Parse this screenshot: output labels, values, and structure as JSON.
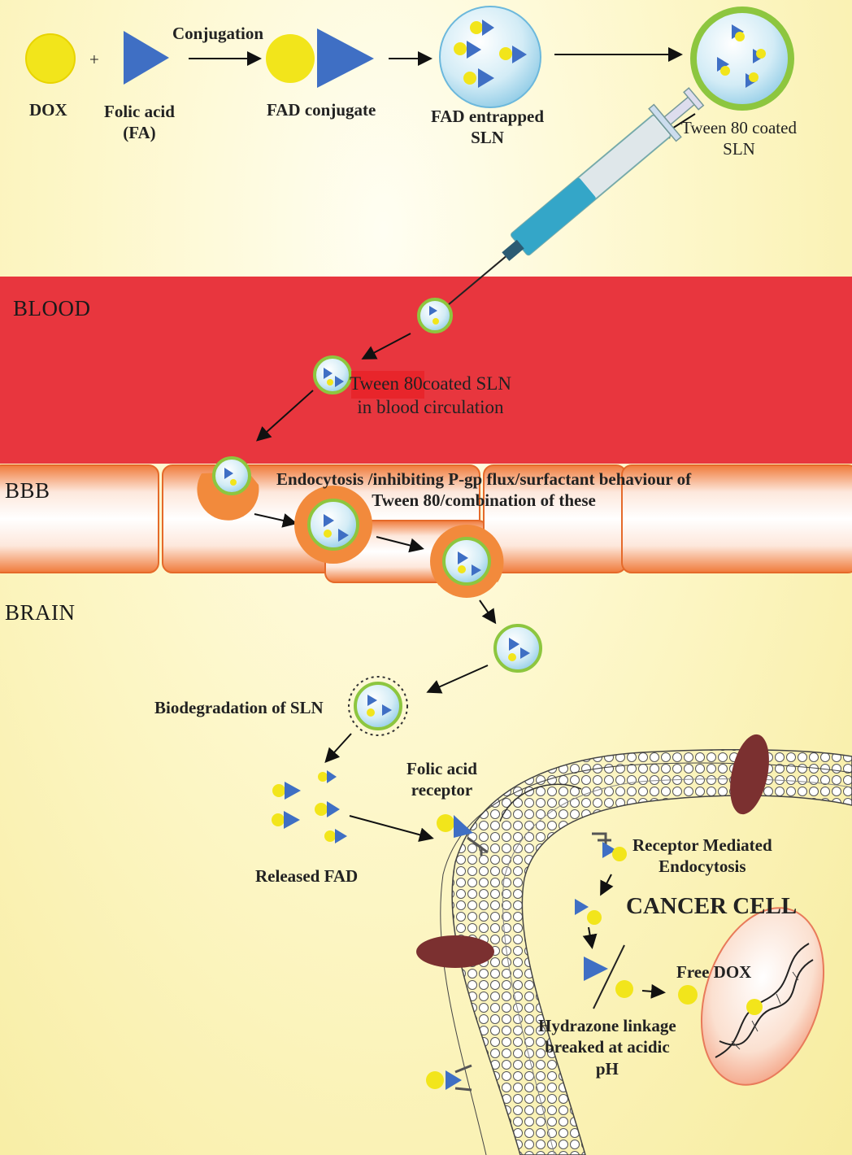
{
  "top_row": {
    "dox": "DOX",
    "plus": "+",
    "folic_acid_line1": "Folic acid",
    "folic_acid_line2": "(FA)",
    "conjugation": "Conjugation",
    "fad_conjugate": "FAD conjugate",
    "fad_entrapped_line1": "FAD entrapped",
    "fad_entrapped_line2": "SLN",
    "tween_coated_line1": "Tween 80 coated",
    "tween_coated_line2": "SLN"
  },
  "regions": {
    "blood": "BLOOD",
    "bbb": "BBB",
    "brain": "BRAIN"
  },
  "blood_labels": {
    "circulation_line1": "Tween 80coated SLN",
    "circulation_line2": "in blood circulation"
  },
  "bbb_labels": {
    "mechanism_line1": "Endocytosis /inhibiting P-gp flux/surfactant behaviour of",
    "mechanism_line2": "Tween 80/combination of these"
  },
  "brain_labels": {
    "biodegradation": "Biodegradation of SLN",
    "receptor_line1": "Folic acid",
    "receptor_line2": "receptor",
    "released": "Released FAD",
    "rme_line1": "Receptor Mediated",
    "rme_line2": "Endocytosis",
    "cancer_cell": "CANCER CELL",
    "free_dox": "Free DOX",
    "hydrazone_line1": "Hydrazone linkage",
    "hydrazone_line2": "breaked at acidic",
    "hydrazone_line3": "pH"
  },
  "colors": {
    "dox_yellow": "#f2e51b",
    "folic_blue": "#3f6fc4",
    "blood_red": "#e8363e",
    "bbb_orange": "#f28a3c",
    "coat_green": "#8dc63f",
    "membrane_brown": "#7b3030"
  }
}
